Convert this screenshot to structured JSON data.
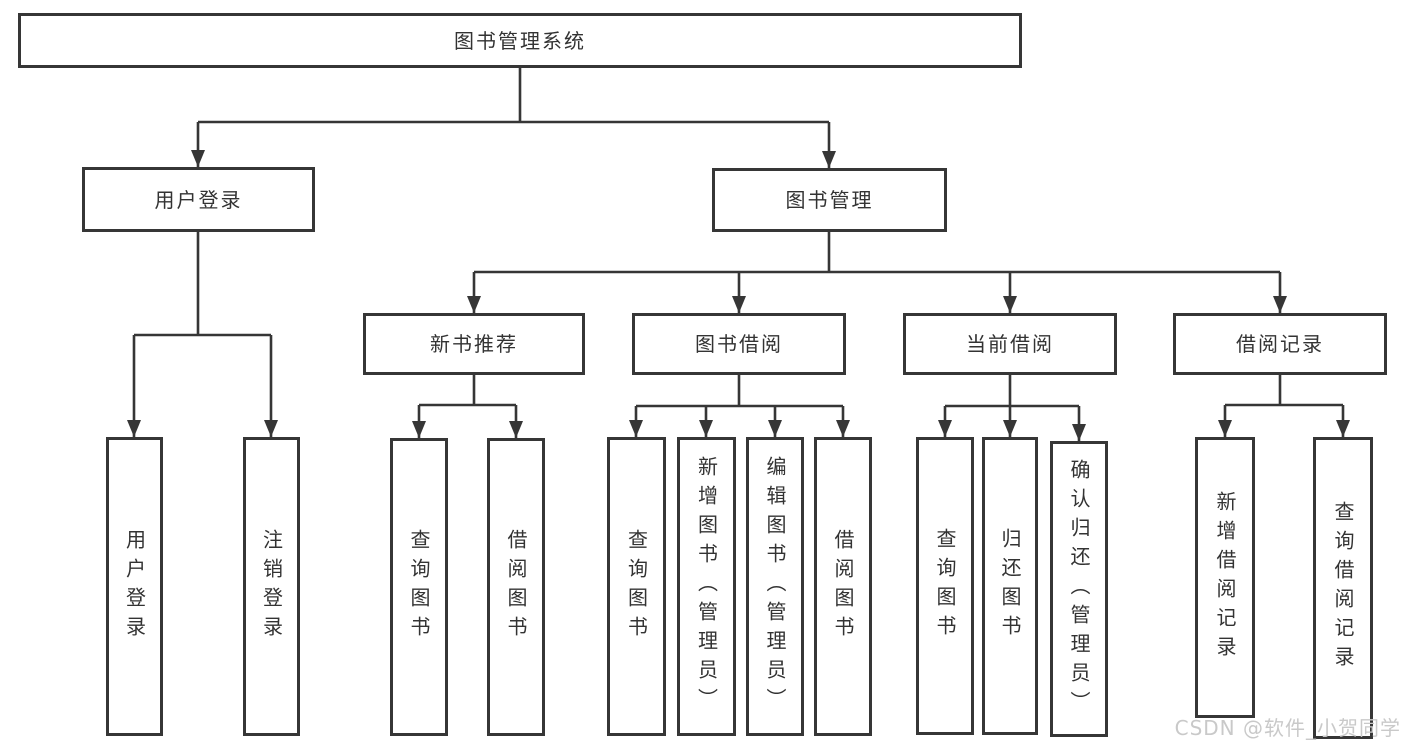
{
  "diagram": {
    "type": "hierarchy",
    "colors": {
      "line": "#363636",
      "box_border": "#363636",
      "text": "#333333",
      "watermark": "#c9c9c9",
      "background": "#ffffff"
    },
    "tree": {
      "label": "图书管理系统",
      "children": [
        {
          "label": "用户登录",
          "children": [
            {
              "label": "用户登录"
            },
            {
              "label": "注销登录"
            }
          ]
        },
        {
          "label": "图书管理",
          "children": [
            {
              "label": "新书推荐",
              "children": [
                {
                  "label": "查询图书"
                },
                {
                  "label": "借阅图书"
                }
              ]
            },
            {
              "label": "图书借阅",
              "children": [
                {
                  "label": "查询图书"
                },
                {
                  "label": "新增图书（管理员）"
                },
                {
                  "label": "编辑图书（管理员）"
                },
                {
                  "label": "借阅图书"
                }
              ]
            },
            {
              "label": "当前借阅",
              "children": [
                {
                  "label": "查询图书"
                },
                {
                  "label": "归还图书"
                },
                {
                  "label": "确认归还（管理员）"
                }
              ]
            },
            {
              "label": "借阅记录",
              "children": [
                {
                  "label": "新增借阅记录"
                },
                {
                  "label": "查询借阅记录"
                }
              ]
            }
          ]
        }
      ]
    },
    "watermark": "CSDN @软件_小贺同学"
  }
}
